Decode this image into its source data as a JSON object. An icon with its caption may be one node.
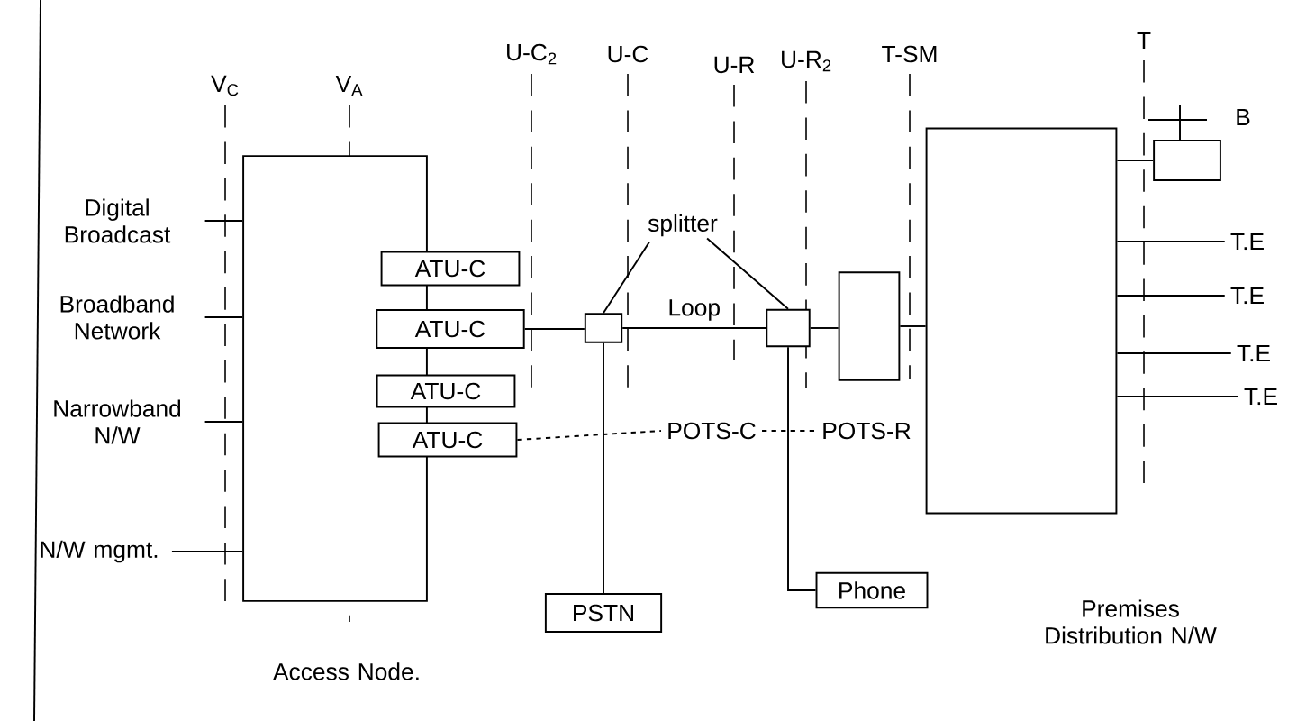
{
  "diagram": {
    "nodes": [
      {
        "text": [],
        "shape": "box",
        "beside": [
          "Access Node."
        ]
      },
      {
        "text": [
          "ATU-C"
        ]
      },
      {
        "text": [
          "ATU-C"
        ]
      },
      {
        "text": [
          "ATU-C"
        ]
      },
      {
        "text": [
          "ATU-C"
        ]
      },
      {
        "text": [],
        "shape": "box"
      },
      {
        "text": [],
        "shape": "box"
      },
      {
        "text": [],
        "shape": "box"
      },
      {
        "text": [],
        "shape": "box",
        "beside": [
          "Premises Distribution N/W"
        ]
      },
      {
        "text": [
          "PSTN"
        ]
      },
      {
        "text": [
          "Phone"
        ]
      },
      {
        "text": [],
        "shape": "box"
      },
      {
        "text": [
          "Digital Broadcast"
        ]
      },
      {
        "text": [
          "Broadband Network"
        ]
      },
      {
        "text": [
          "Narrowband N/W"
        ]
      },
      {
        "text": [
          "N/W mgmt."
        ]
      },
      {
        "text": [
          "T.E"
        ]
      },
      {
        "text": [
          "T.E"
        ]
      },
      {
        "text": [
          "T.E"
        ]
      },
      {
        "text": [
          "T.E"
        ]
      },
      {
        "text": [
          "splitter"
        ]
      },
      {
        "text": [
          "POTS-C"
        ]
      },
      {
        "text": [
          "POTS-R"
        ]
      }
    ],
    "edges": [
      {
        "from": 12,
        "to": 0,
        "arrow": "none"
      },
      {
        "from": 13,
        "to": 0,
        "arrow": "none"
      },
      {
        "from": 14,
        "to": 0,
        "arrow": "none"
      },
      {
        "from": 15,
        "to": 0,
        "arrow": "none"
      },
      {
        "from": 2,
        "to": 5,
        "arrow": "none"
      },
      {
        "from": 5,
        "to": 6,
        "arrow": "none",
        "label": "Loop"
      },
      {
        "from": 6,
        "to": 7,
        "arrow": "none"
      },
      {
        "from": 7,
        "to": 8,
        "arrow": "none"
      },
      {
        "from": 8,
        "to": 11,
        "arrow": "none"
      },
      {
        "from": 8,
        "to": 16,
        "arrow": "none"
      },
      {
        "from": 8,
        "to": 17,
        "arrow": "none"
      },
      {
        "from": 8,
        "to": 18,
        "arrow": "none"
      },
      {
        "from": 8,
        "to": 19,
        "arrow": "none"
      },
      {
        "from": 5,
        "to": 9,
        "arrow": "none"
      },
      {
        "from": 6,
        "to": 10,
        "arrow": "none"
      },
      {
        "from": 20,
        "to": 5,
        "arrow": "none"
      },
      {
        "from": 20,
        "to": 6,
        "arrow": "none"
      },
      {
        "from": 4,
        "to": 21,
        "arrow": "none",
        "style": "dashed"
      },
      {
        "from": 21,
        "to": 22,
        "arrow": "none",
        "style": "dashed"
      }
    ],
    "labels": [
      "V$_{C}$",
      "V$_{A}$",
      "U-C$_{2}$",
      "U-C",
      "U-R",
      "U-R$_{2}$",
      "T-SM",
      "T",
      "B"
    ]
  }
}
